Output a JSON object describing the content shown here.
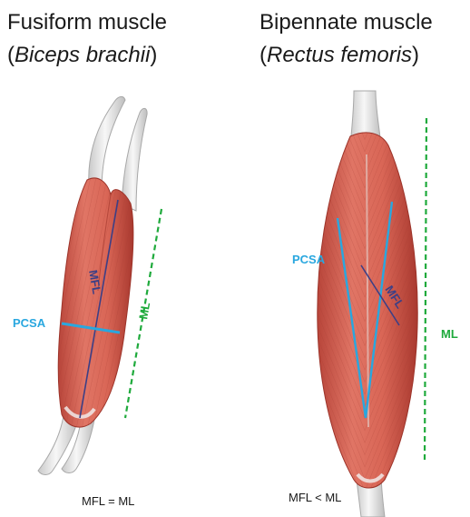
{
  "left_panel": {
    "title_line1": "Fusiform muscle",
    "title_line2_open": "(",
    "title_line2_italic": "Biceps brachii",
    "title_line2_close": ")",
    "label_mfl": "MFL",
    "label_pcsa": "PCSA",
    "label_ml": "ML",
    "relation": "MFL = ML"
  },
  "right_panel": {
    "title_line1": "Bipennate muscle",
    "title_line2_open": "(",
    "title_line2_italic": "Rectus femoris",
    "title_line2_close": ")",
    "label_mfl": "MFL",
    "label_pcsa": "PCSA",
    "label_ml": "ML",
    "relation": "MFL < ML"
  },
  "colors": {
    "muscle": "#d95f50",
    "muscle_dark": "#b83c33",
    "tendon": "#e6e6e6",
    "mfl_line": "#3c3f86",
    "pcsa_line": "#29a7df",
    "ml_line": "#1faa3c"
  }
}
